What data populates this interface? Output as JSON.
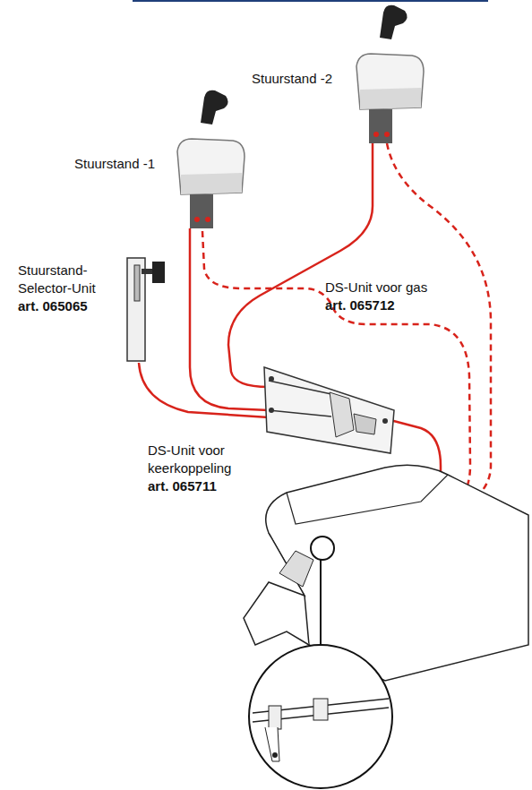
{
  "diagram": {
    "labels": [
      "Stuurstand -2",
      "Stuurstand -1",
      "Stuurstand- Selector-Unit",
      "art. 065065",
      "DS-Unit voor gas",
      "art. 065712",
      "DS-Unit voor keerkoppeling",
      "art. 065711"
    ]
  }
}
